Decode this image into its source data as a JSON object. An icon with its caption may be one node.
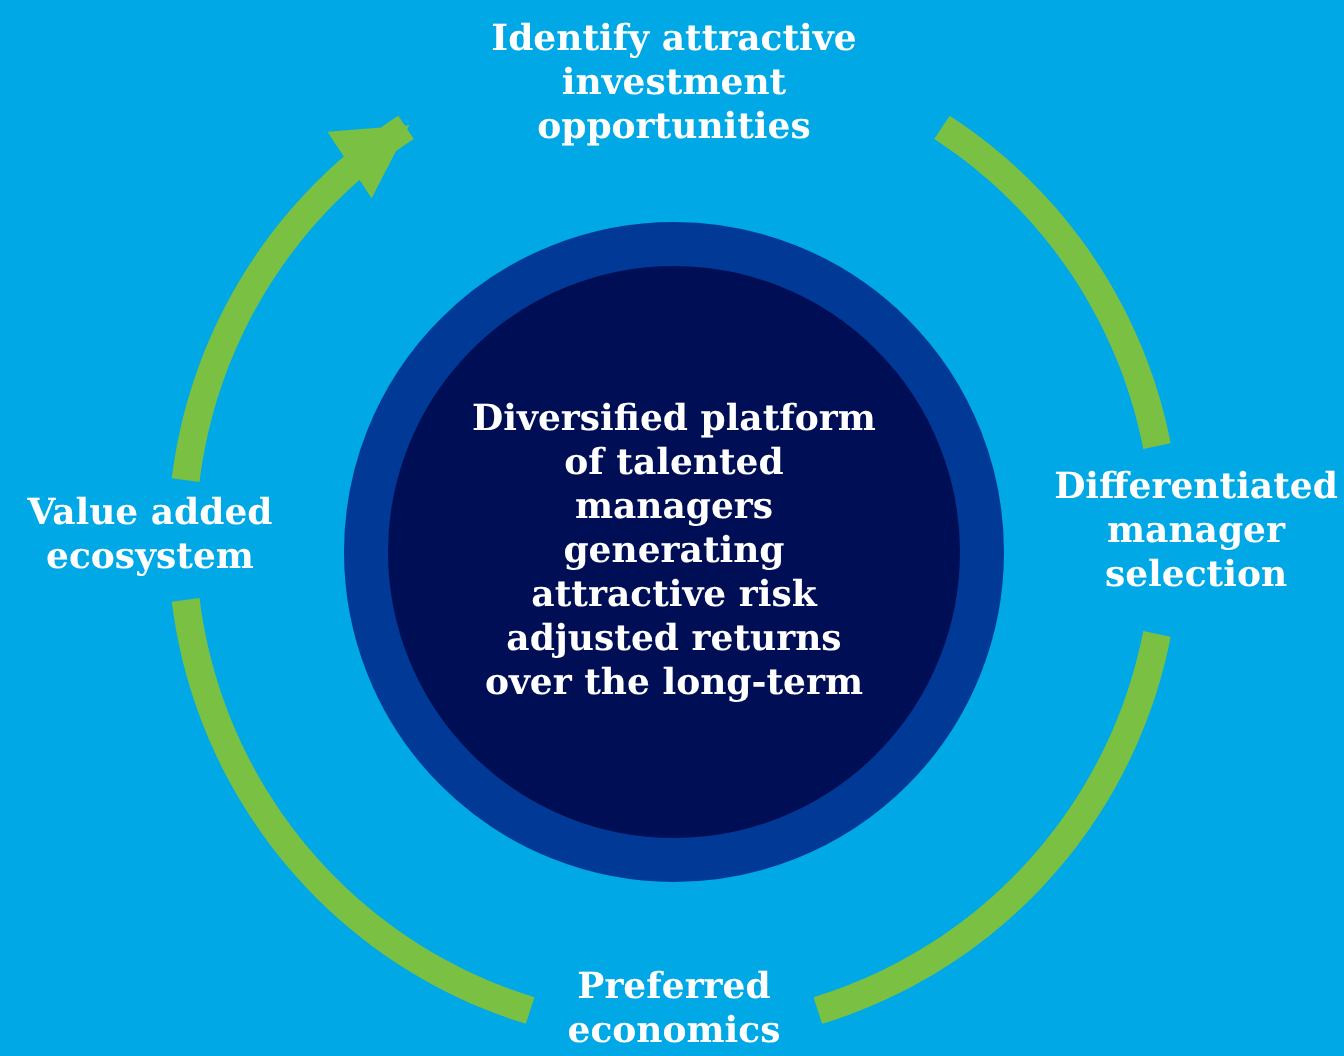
{
  "diagram": {
    "nodes": [
      {
        "text": [
          "Identify attractive investment opportunities"
        ]
      },
      {
        "text": [
          "Differentiated manager selection"
        ]
      },
      {
        "text": [
          "Preferred economics"
        ]
      },
      {
        "text": [
          "Value added ecosystem"
        ]
      },
      {
        "text": [
          "Diversified platform of talented managers generating attractive risk adjusted returns over the long-term"
        ]
      }
    ],
    "edges": [
      {
        "from": 0,
        "to": 1,
        "arrow": "none"
      },
      {
        "from": 1,
        "to": 2,
        "arrow": "none"
      },
      {
        "from": 2,
        "to": 3,
        "arrow": "none"
      },
      {
        "from": 3,
        "to": 0,
        "arrow": "to"
      }
    ]
  }
}
